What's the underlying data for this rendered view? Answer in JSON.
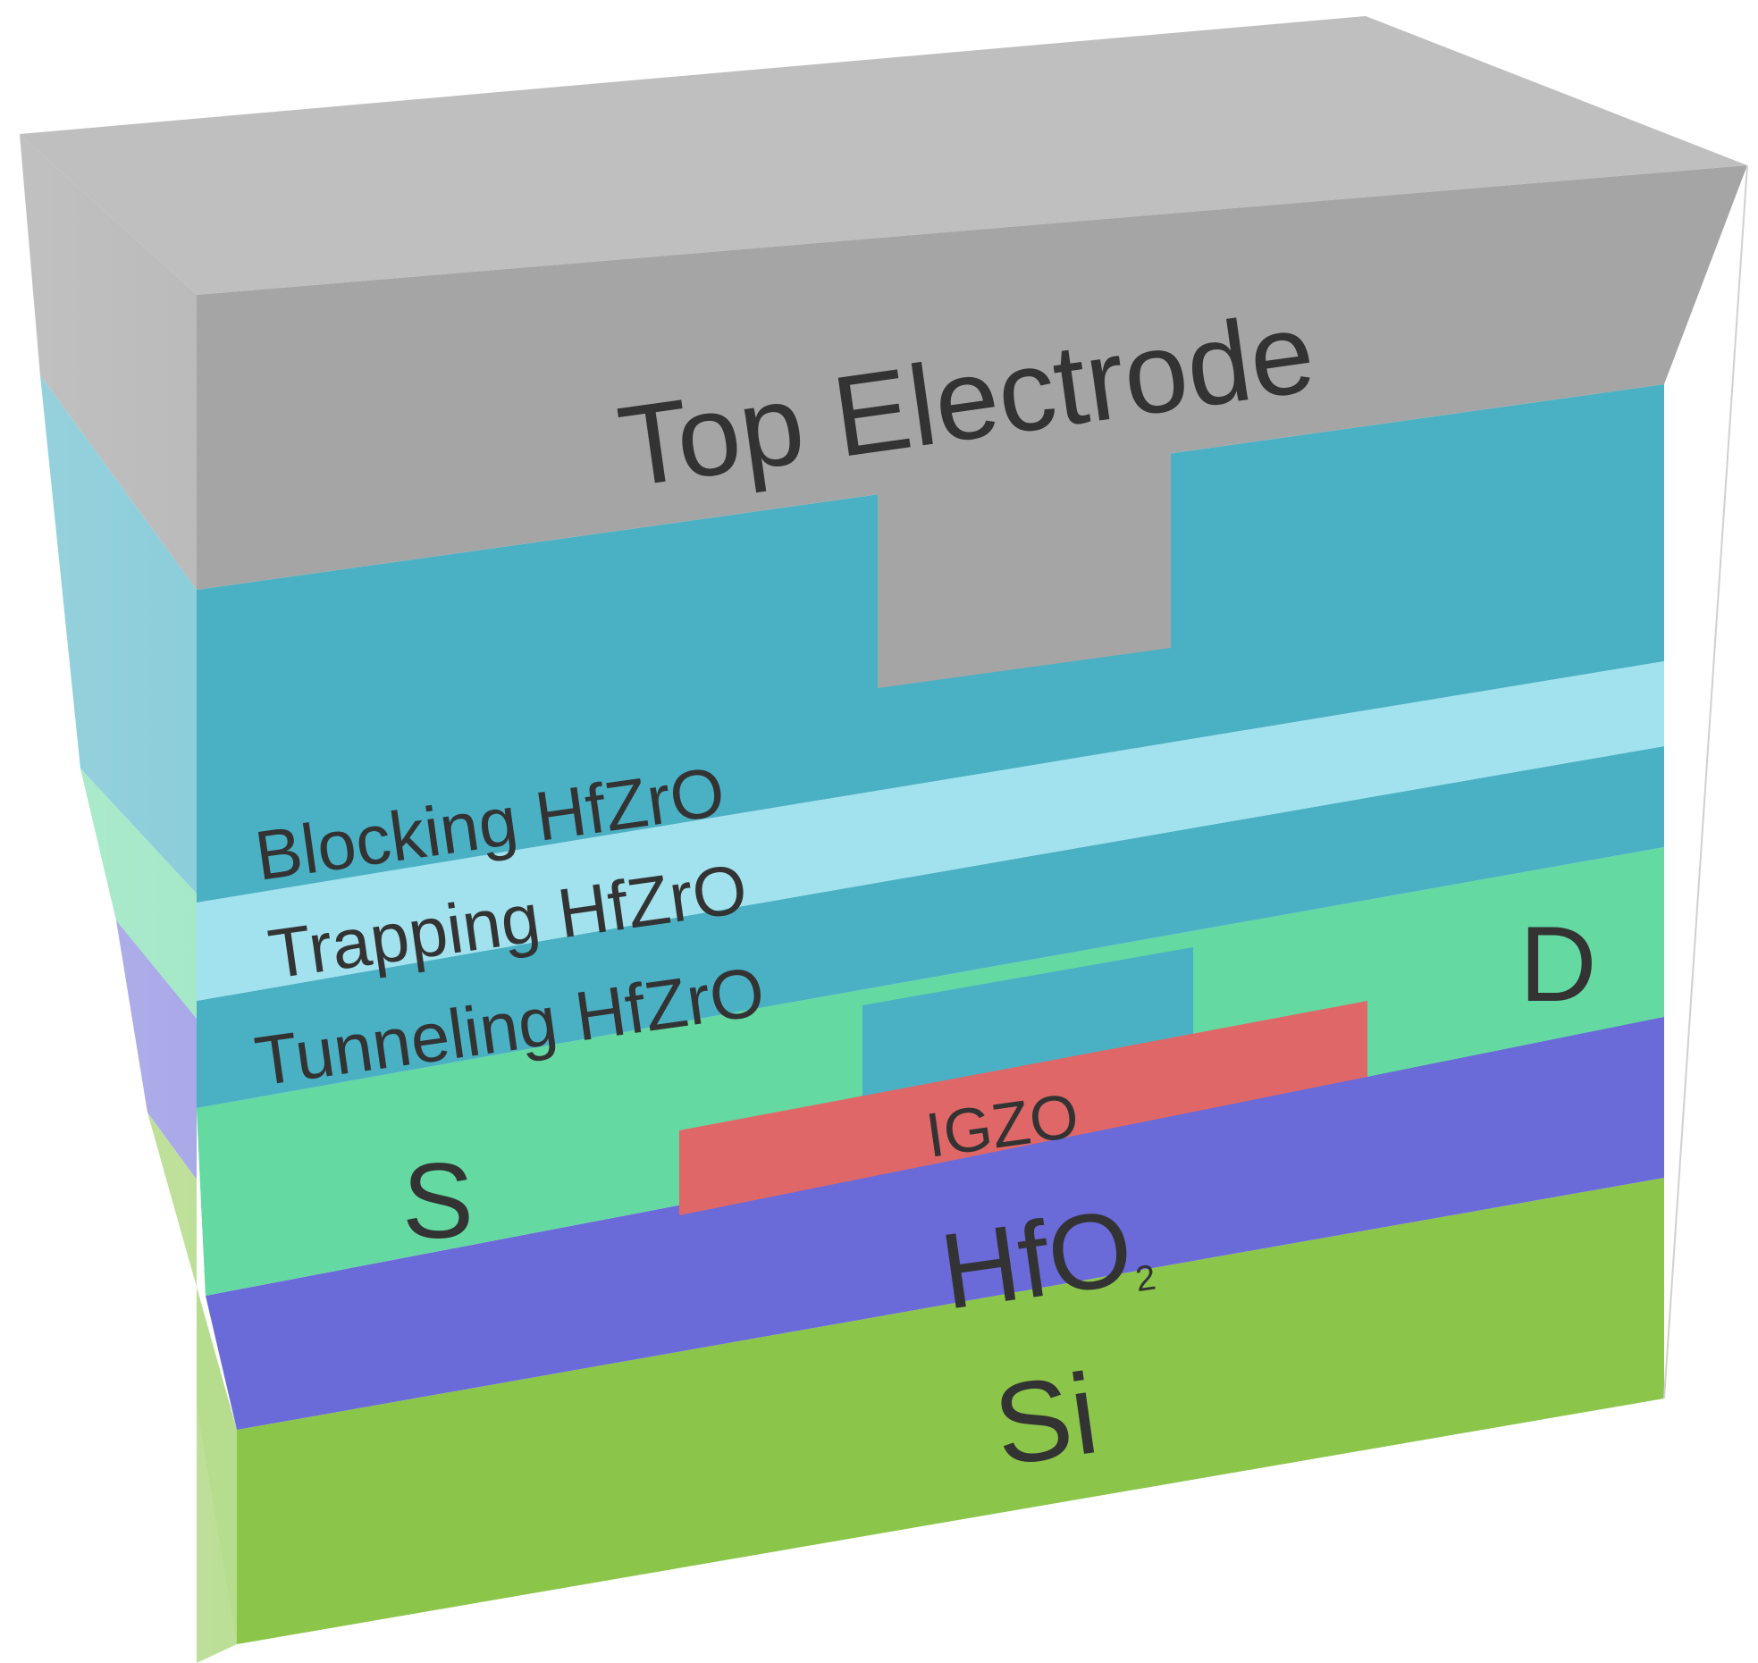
{
  "labels": {
    "top_electrode": "Top Electrode",
    "blocking": "Blocking HfZrO",
    "trapping": "Trapping HfZrO",
    "tunneling": "Tunneling HfZrO",
    "source": "S",
    "drain": "D",
    "channel": "IGZO",
    "gate_oxide_main": "HfO",
    "gate_oxide_subscript": "2",
    "substrate": "Si"
  },
  "colors": {
    "electrode": "#a5a5a5",
    "electrode_top": "#bfbfbf",
    "hfzro": "#4ab1c4",
    "trapping": "#a2e2ee",
    "source_drain": "#64d9a1",
    "igzo": "#e06767",
    "hfo2": "#6a6ad9",
    "si": "#8bc64b",
    "text": "#333333"
  }
}
